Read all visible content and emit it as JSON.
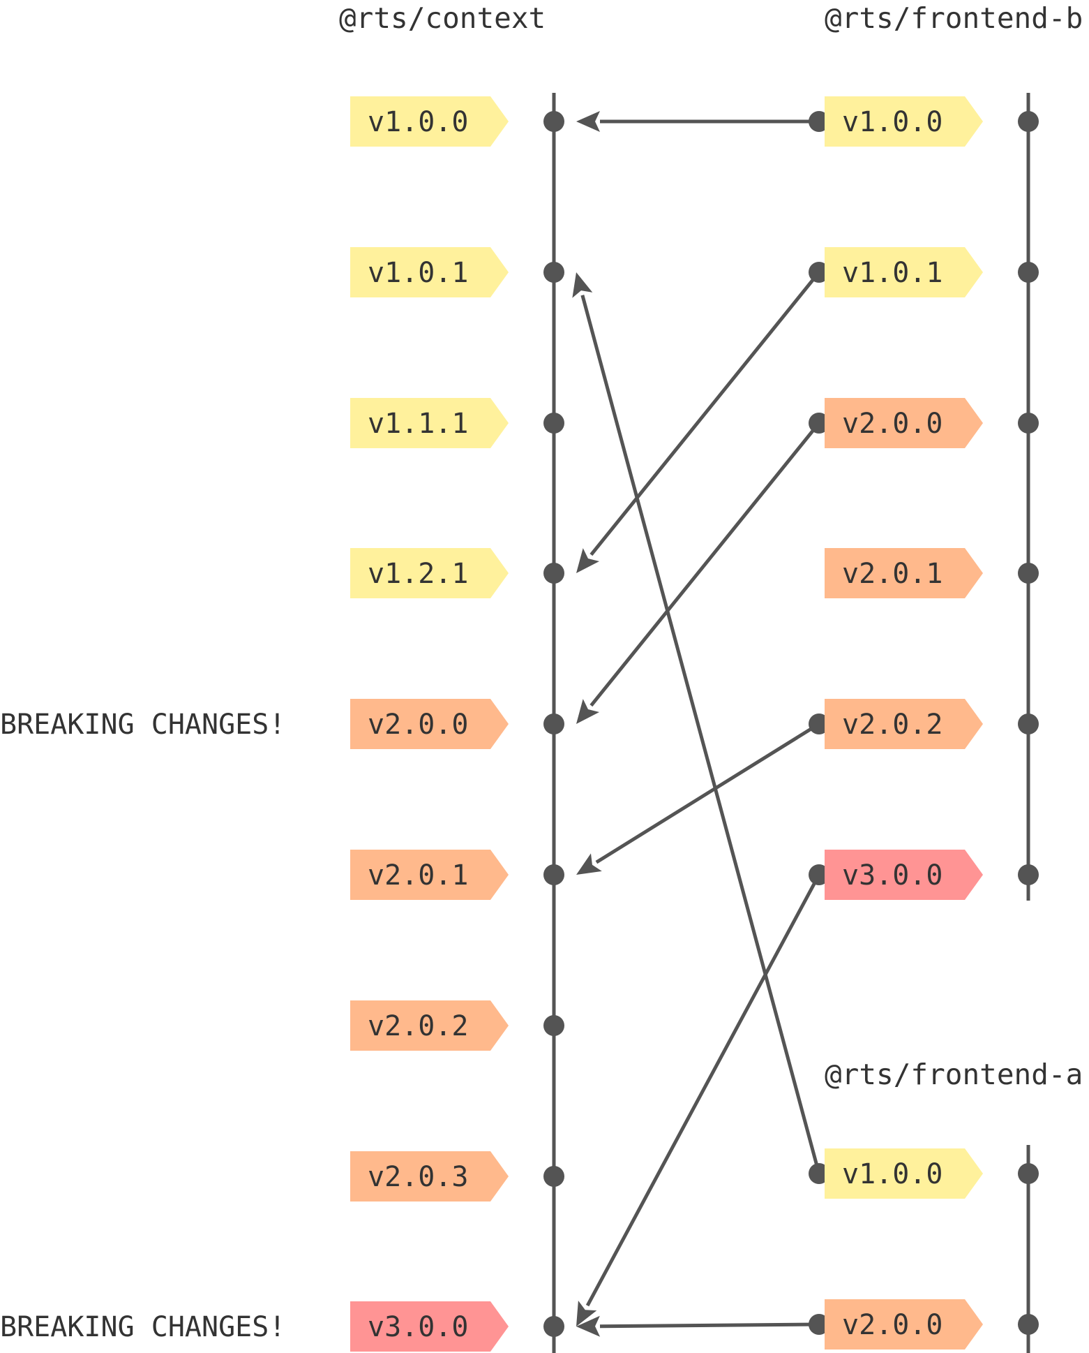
{
  "colors": {
    "minor": "#fff19c",
    "major": "#ffb98c",
    "breaking": "#ff9494",
    "line": "#545454",
    "text": "#333333"
  },
  "packages": [
    {
      "id": "context",
      "name": "@rts/context",
      "versions": [
        {
          "label": "v1.0.0",
          "kind": "minor"
        },
        {
          "label": "v1.0.1",
          "kind": "minor"
        },
        {
          "label": "v1.1.1",
          "kind": "minor"
        },
        {
          "label": "v1.2.1",
          "kind": "minor"
        },
        {
          "label": "v2.0.0",
          "kind": "major",
          "note": "BREAKING CHANGES!"
        },
        {
          "label": "v2.0.1",
          "kind": "major"
        },
        {
          "label": "v2.0.2",
          "kind": "major"
        },
        {
          "label": "v2.0.3",
          "kind": "major"
        },
        {
          "label": "v3.0.0",
          "kind": "breaking",
          "note": "BREAKING CHANGES!"
        }
      ]
    },
    {
      "id": "frontend-b",
      "name": "@rts/frontend-b",
      "versions": [
        {
          "label": "v1.0.0",
          "kind": "minor"
        },
        {
          "label": "v1.0.1",
          "kind": "minor"
        },
        {
          "label": "v2.0.0",
          "kind": "major"
        },
        {
          "label": "v2.0.1",
          "kind": "major"
        },
        {
          "label": "v2.0.2",
          "kind": "major"
        },
        {
          "label": "v3.0.0",
          "kind": "breaking"
        }
      ]
    },
    {
      "id": "frontend-a",
      "name": "@rts/frontend-a",
      "versions": [
        {
          "label": "v1.0.0",
          "kind": "minor"
        },
        {
          "label": "v2.0.0",
          "kind": "major"
        }
      ]
    }
  ],
  "dependencies": [
    {
      "from": "frontend-b:v1.0.0",
      "to": "context:v1.0.0"
    },
    {
      "from": "frontend-b:v1.0.1",
      "to": "context:v1.2.1"
    },
    {
      "from": "frontend-b:v2.0.0",
      "to": "context:v2.0.0"
    },
    {
      "from": "frontend-b:v2.0.2",
      "to": "context:v2.0.1"
    },
    {
      "from": "frontend-b:v3.0.0",
      "to": "context:v3.0.0"
    },
    {
      "from": "frontend-a:v1.0.0",
      "to": "context:v1.0.1"
    },
    {
      "from": "frontend-a:v2.0.0",
      "to": "context:v3.0.0"
    }
  ]
}
